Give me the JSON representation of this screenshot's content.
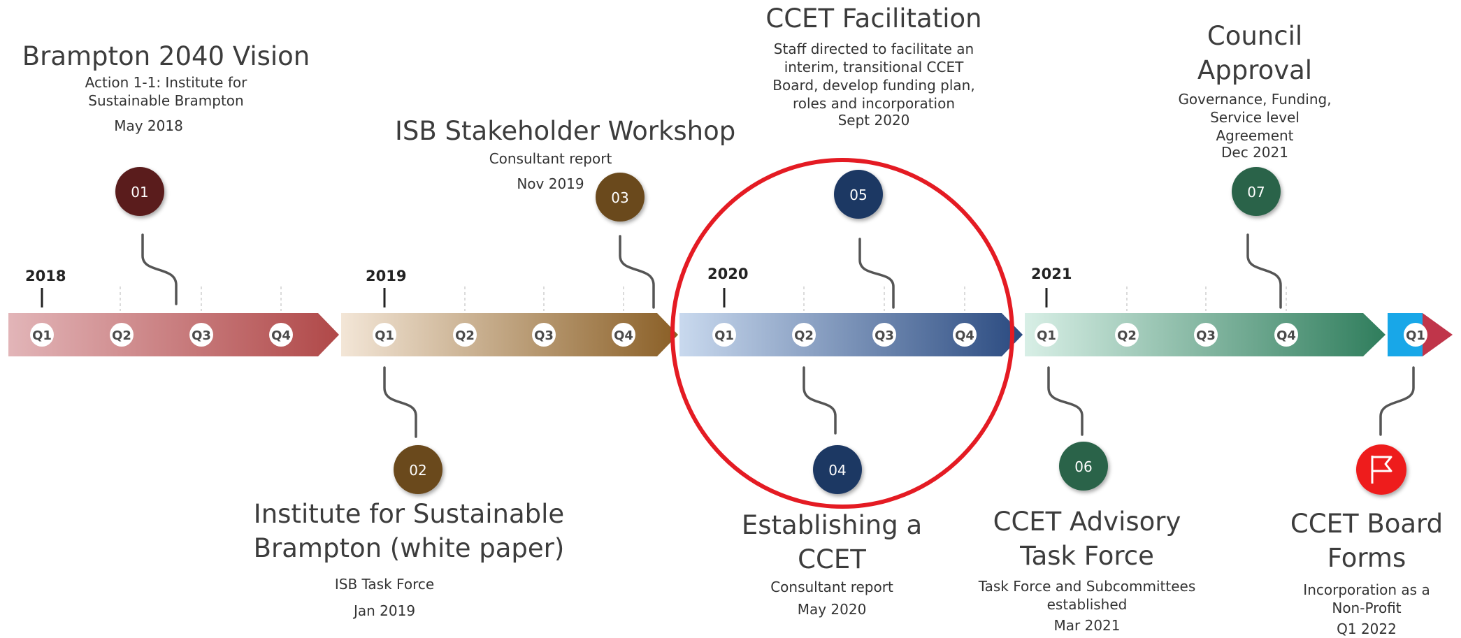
{
  "years": [
    {
      "label": "2018",
      "quarters": [
        "Q1",
        "Q2",
        "Q3",
        "Q4"
      ]
    },
    {
      "label": "2019",
      "quarters": [
        "Q1",
        "Q2",
        "Q3",
        "Q4"
      ]
    },
    {
      "label": "2020",
      "quarters": [
        "Q1",
        "Q2",
        "Q3",
        "Q4"
      ]
    },
    {
      "label": "2021",
      "quarters": [
        "Q1",
        "Q2",
        "Q3",
        "Q4"
      ]
    },
    {
      "label": "",
      "quarters": [
        "Q1"
      ]
    }
  ],
  "milestones": [
    {
      "num": "01",
      "title": "Brampton 2040 Vision",
      "desc": "Action 1-1: Institute for Sustainable Brampton",
      "date": "May 2018"
    },
    {
      "num": "02",
      "title": "Institute for Sustainable Brampton (white paper)",
      "desc": "ISB Task Force",
      "date": "Jan 2019"
    },
    {
      "num": "03",
      "title": "ISB Stakeholder Workshop",
      "desc": "Consultant report",
      "date": "Nov 2019"
    },
    {
      "num": "04",
      "title": "Establishing a CCET",
      "desc": "Consultant report",
      "date": "May 2020"
    },
    {
      "num": "05",
      "title": "CCET Facilitation",
      "desc": "Staff directed to facilitate an interim, transitional CCET Board, develop funding plan, roles and incorporation",
      "date": "Sept 2020"
    },
    {
      "num": "06",
      "title": "CCET Advisory Task Force",
      "desc": "Task Force and Subcommittees established",
      "date": "Mar 2021"
    },
    {
      "num": "07",
      "title": "Council Approval",
      "desc": "Governance, Funding, Service level Agreement",
      "date": "Dec 2021"
    },
    {
      "num": "",
      "title": "CCET Board Forms",
      "desc": "Incorporation as a Non-Profit",
      "date": "Q1 2022",
      "icon": "flag-icon"
    }
  ],
  "colors": {
    "y2018": [
      "#e2b5b8",
      "#b04848"
    ],
    "y2019": [
      "#f3e6d7",
      "#8a5f26"
    ],
    "y2020": [
      "#c9d9ee",
      "#2a4a80"
    ],
    "y2021": [
      "#d8efe6",
      "#2f7d5c"
    ],
    "y2022": [
      "#18a7e8",
      "#c0354a"
    ],
    "m01": "#5a1f1f",
    "m02": "#6b4a1c",
    "m03": "#6b4a1c",
    "m04": "#1f3864",
    "m05": "#1f3864",
    "m06": "#2a6349",
    "m07": "#2a6349",
    "flag": "#ee1c1c",
    "highlight": "#e41b23"
  }
}
